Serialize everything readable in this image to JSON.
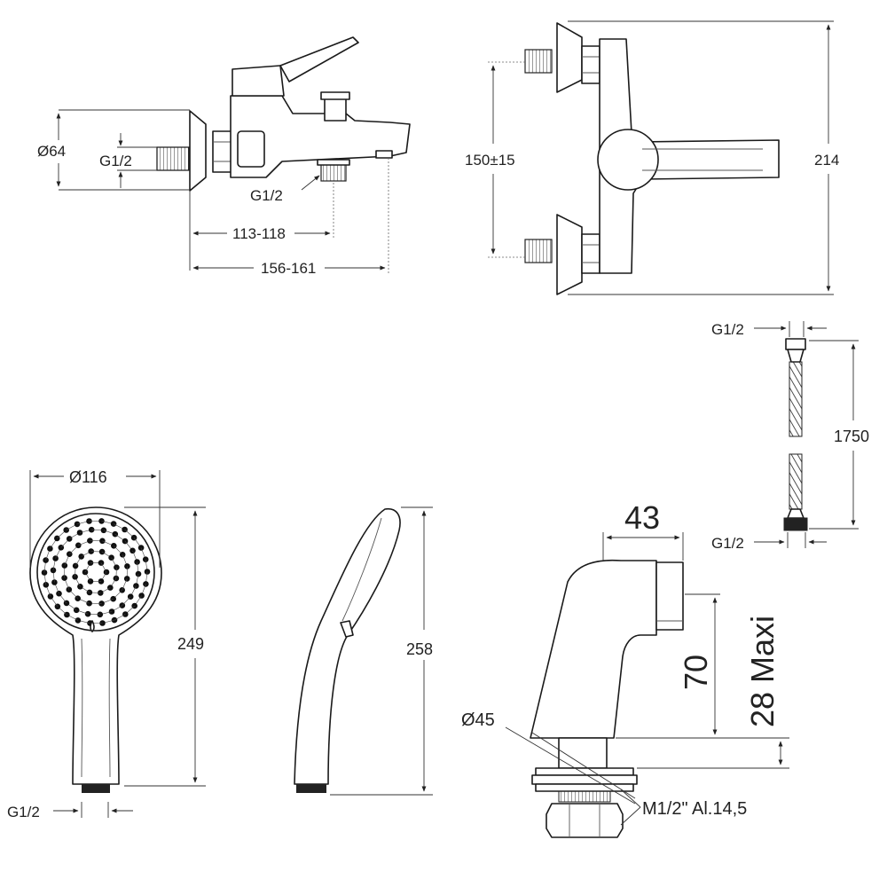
{
  "labels": {
    "dia64": "Ø64",
    "g12_inlet": "G1/2",
    "g12_outlet": "G1/2",
    "dim_113_118": "113-118",
    "dim_156_161": "156-161",
    "dim_150": "150±15",
    "dim_214": "214",
    "hose_g12_top": "G1/2",
    "hose_1750": "1750",
    "hose_g12_bottom": "G1/2",
    "dia116": "Ø116",
    "dim_249": "249",
    "hand_g12": "G1/2",
    "dim_258": "258",
    "dim_43": "43",
    "dim_70": "70",
    "dim_28": "28 Maxi",
    "dia45": "Ø45",
    "thread_spec": "M1/2\" Al.14,5"
  }
}
